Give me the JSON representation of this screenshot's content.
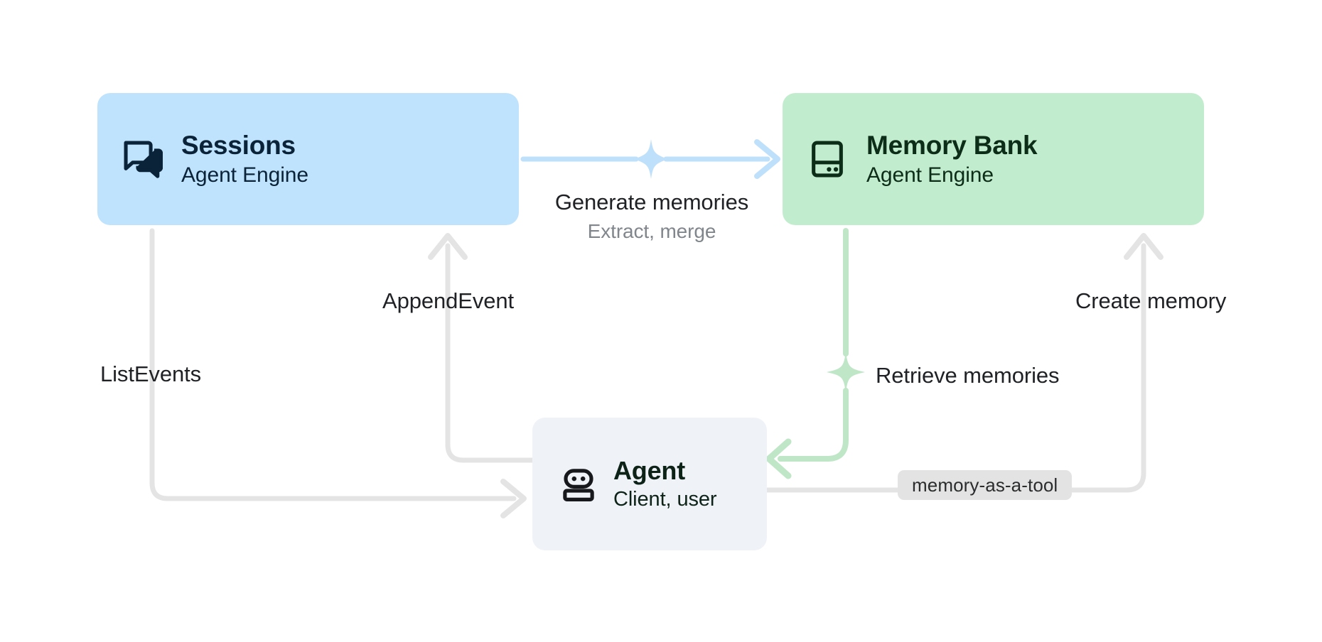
{
  "diagram": {
    "title": "Agent Engine Sessions and Memory Bank architecture",
    "background": "#ffffff"
  },
  "nodes": [
    {
      "id": "sessions",
      "title": "Sessions",
      "subtitle": "Agent Engine",
      "icon": "forum-icon",
      "fill": "#bfe3fd",
      "text_color": "#0b2338"
    },
    {
      "id": "memory-bank",
      "title": "Memory Bank",
      "subtitle": "Agent Engine",
      "icon": "database-icon",
      "fill": "#c2ecce",
      "text_color": "#0c2d17"
    },
    {
      "id": "agent",
      "title": "Agent",
      "subtitle": "Client, user",
      "icon": "robot-icon",
      "fill": "#eff2f7",
      "text_color": "#0d2318"
    }
  ],
  "edges": [
    {
      "id": "generate-memories",
      "label": "Generate memories",
      "sublabel": "Extract, merge",
      "from": "sessions",
      "to": "memory-bank",
      "color": "#bfe0fb",
      "marker": "sparkle-icon"
    },
    {
      "id": "list-events",
      "label": "ListEvents",
      "from": "sessions",
      "to": "agent",
      "color": "#e4e4e4"
    },
    {
      "id": "append-event",
      "label": "AppendEvent",
      "from": "agent",
      "to": "sessions",
      "color": "#e4e4e4"
    },
    {
      "id": "retrieve-memories",
      "label": "Retrieve memories",
      "from": "memory-bank",
      "to": "agent",
      "color": "#bfe6c6",
      "marker": "sparkle-icon"
    },
    {
      "id": "create-memory",
      "label": "Create memory",
      "from": "agent",
      "to": "memory-bank",
      "color": "#e4e4e4"
    }
  ],
  "badges": [
    {
      "id": "memory-as-a-tool",
      "label": "memory-as-a-tool",
      "fill": "#e3e3e3",
      "text_color": "#2b2c2e"
    }
  ],
  "colors": {
    "sessions_blue": "#bfe3fd",
    "memory_green": "#c2ecce",
    "agent_gray": "#eff2f7",
    "wire_gray": "#e4e4e4",
    "wire_blue": "#bfe0fb",
    "wire_green": "#bfe6c6",
    "label_dark": "#1f2124",
    "label_muted": "#80868b"
  }
}
